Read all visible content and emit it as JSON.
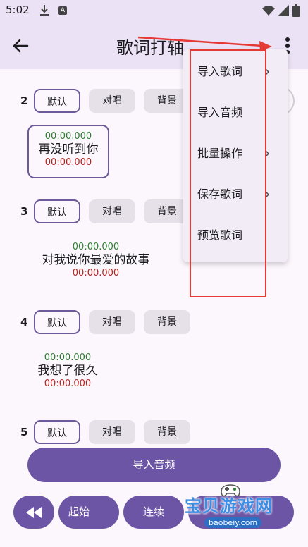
{
  "status": {
    "time": "5:02",
    "a_badge": "A"
  },
  "app_bar": {
    "title": "歌词打轴"
  },
  "chips": {
    "default": "默认",
    "duet": "对唱",
    "background": "背景"
  },
  "lines": [
    {
      "num": "2",
      "start": "00:00.000",
      "text": "再没听到你",
      "end": "00:00.000"
    },
    {
      "num": "3",
      "start": "00:00.000",
      "text": "对我说你最爱的故事",
      "end": "00:00.000"
    },
    {
      "num": "4",
      "start": "00:00.000",
      "text": "我想了很久",
      "end": "00:00.000"
    },
    {
      "num": "5"
    }
  ],
  "bottom": {
    "import_audio": "导入音频",
    "start": "起始",
    "continue": "连续"
  },
  "menu": {
    "items": [
      {
        "label": "导入歌词"
      },
      {
        "label": "导入音频"
      },
      {
        "label": "批量操作"
      },
      {
        "label": "保存歌词"
      },
      {
        "label": "预览歌词"
      }
    ]
  },
  "watermark": {
    "text": "宝贝游戏网",
    "url": "baobeiy.com"
  },
  "colors": {
    "primary": "#6d55a6",
    "start_time": "#2e7d32",
    "end_time": "#b3261e",
    "annotation": "#e53935"
  }
}
